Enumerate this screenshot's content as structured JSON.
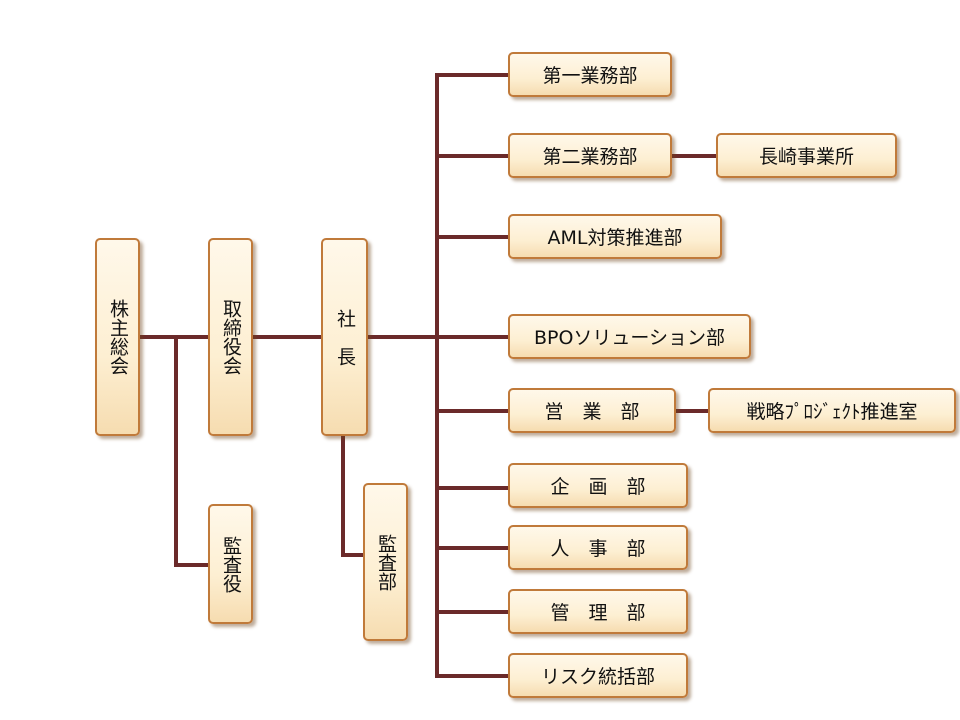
{
  "nodes": {
    "shareholders": "株主総会",
    "board": "取締役会",
    "auditor": "監査役",
    "president": "社　長",
    "audit_dept": "監査部",
    "dept1": "第一業務部",
    "dept2": "第二業務部",
    "nagasaki": "長崎事業所",
    "aml": "AML対策推進部",
    "bpo": "BPOソリューション部",
    "sales": "営　業　部",
    "strategic": "戦略ﾌﾟﾛｼﾞｪｸﾄ推進室",
    "planning": "企　画　部",
    "hr": "人　事　部",
    "admin": "管　理　部",
    "risk": "リスク統括部"
  },
  "colors": {
    "line": "#6b2a2a",
    "border": "#c07a3a"
  }
}
